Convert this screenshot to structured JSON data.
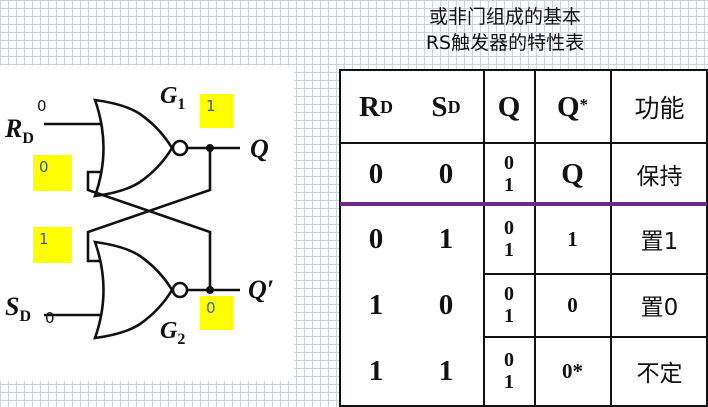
{
  "caption": {
    "line1": "或非门组成的基本",
    "line2": "RS触发器的特性表"
  },
  "circuit": {
    "input_top": {
      "main": "R",
      "sub": "D",
      "value": "0"
    },
    "input_bottom": {
      "main": "S",
      "sub": "D",
      "value": "0"
    },
    "gate_top": {
      "main": "G",
      "sub": "1"
    },
    "gate_bottom": {
      "main": "G",
      "sub": "2"
    },
    "output_top": "Q",
    "output_bottom": "Q′",
    "yellow_boxes": {
      "gate1_out": "1",
      "feedback_top": "0",
      "feedback_bottom": "1",
      "gate2_out": "0"
    }
  },
  "table": {
    "headers": {
      "rd": "R",
      "rd_sub": "D",
      "sd": "S",
      "sd_sub": "D",
      "q": "Q",
      "qstar": "Q",
      "qstar_sup": "*",
      "func": "功能"
    },
    "rows": [
      {
        "rd": "0",
        "sd": "0",
        "q_a": "0",
        "q_b": "1",
        "qstar": "Q",
        "func": "保持"
      },
      {
        "rd": "0",
        "sd": "1",
        "q_a": "0",
        "q_b": "1",
        "qstar": "1",
        "func": "置1"
      },
      {
        "rd": "1",
        "sd": "0",
        "q_a": "0",
        "q_b": "1",
        "qstar": "0",
        "func": "置0"
      },
      {
        "rd": "1",
        "sd": "1",
        "q_a": "0",
        "q_b": "1",
        "qstar": "0*",
        "func": "不定"
      }
    ],
    "divider_color": "#6a2a86"
  }
}
